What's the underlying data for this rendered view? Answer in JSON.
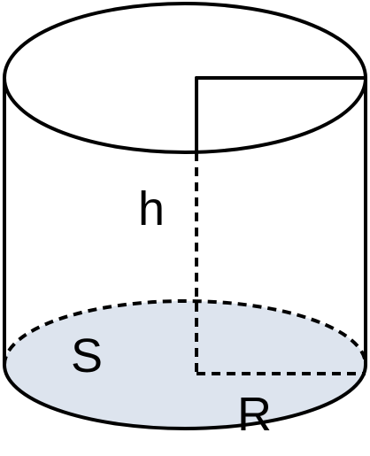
{
  "labels": {
    "height": "h",
    "area": "S",
    "radius": "R"
  },
  "colors": {
    "stroke": "#000000",
    "base_fill": "#dde4ee",
    "background": "#ffffff"
  }
}
